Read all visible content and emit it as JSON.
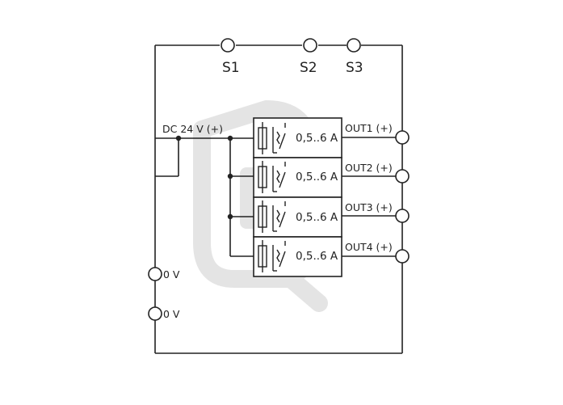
{
  "diagram": {
    "top_terminals": [
      {
        "id": "s1",
        "label": "S1"
      },
      {
        "id": "s2",
        "label": "S2"
      },
      {
        "id": "s3",
        "label": "S3"
      }
    ],
    "supply_label": "DC 24 V (+)",
    "ground_terminals": [
      {
        "id": "gnd1",
        "label": "0 V"
      },
      {
        "id": "gnd2",
        "label": "0 V"
      }
    ],
    "channels": [
      {
        "rating": "0,5..6 A",
        "output": "OUT1 (+)"
      },
      {
        "rating": "0,5..6 A",
        "output": "OUT2 (+)"
      },
      {
        "rating": "0,5..6 A",
        "output": "OUT3 (+)"
      },
      {
        "rating": "0,5..6 A",
        "output": "OUT4 (+)"
      }
    ],
    "colors": {
      "line": "#222222",
      "watermark": "#e4e4e4",
      "background": "#ffffff"
    }
  }
}
